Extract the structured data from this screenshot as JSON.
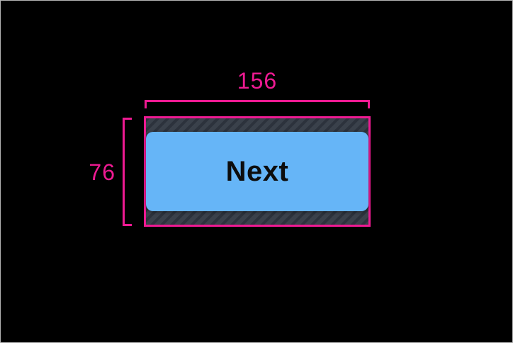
{
  "canvas": {
    "background_color": "#000000",
    "frame_border_color": "#b5b5b5"
  },
  "annotation": {
    "accent_color": "#ee1a92",
    "width_label": "156",
    "height_label": "76"
  },
  "button": {
    "label": "Next",
    "background_color": "#66b5f7",
    "text_color": "#0d0d0d"
  },
  "touch_target": {
    "base_color": "#3a414b",
    "stripe_color": "#2c323c"
  }
}
